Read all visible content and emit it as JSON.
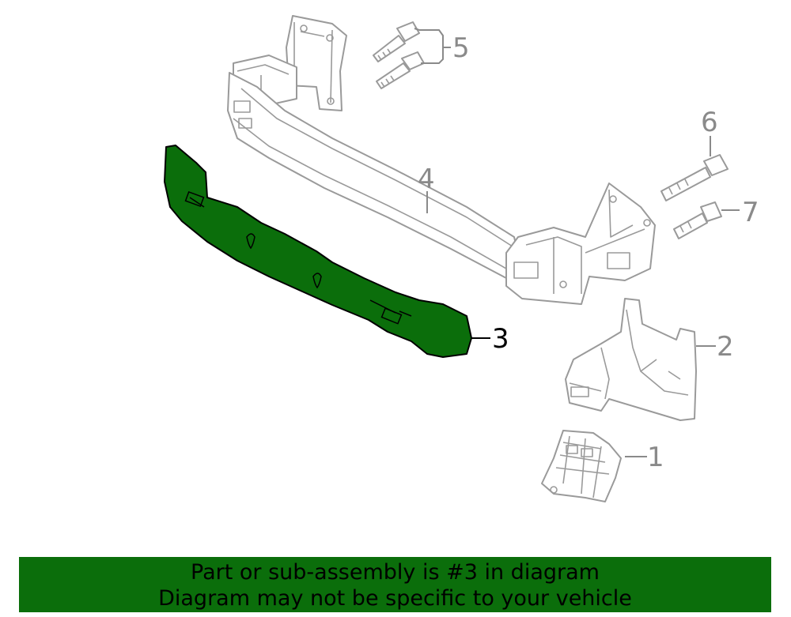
{
  "diagram": {
    "callouts": [
      {
        "number": "1",
        "part": "bracket-lower"
      },
      {
        "number": "2",
        "part": "bracket-side"
      },
      {
        "number": "3",
        "part": "energy-absorber",
        "highlighted": true
      },
      {
        "number": "4",
        "part": "reinforcement-beam"
      },
      {
        "number": "5",
        "part": "bolts-upper"
      },
      {
        "number": "6",
        "part": "bolt-long"
      },
      {
        "number": "7",
        "part": "bolt-short"
      }
    ],
    "highlight_color": "#0b6e0b"
  },
  "banner": {
    "line1": "Part or sub-assembly is #3 in diagram",
    "line2": "Diagram may not be specific to your vehicle",
    "color": "#0b6e0b"
  }
}
